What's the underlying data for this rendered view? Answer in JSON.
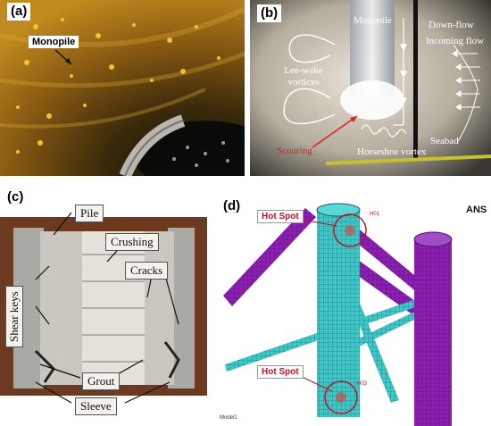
{
  "panel_a": {
    "label": "(a)",
    "annotation": "Monopile"
  },
  "panel_b": {
    "label": "(b)",
    "monopile": "Monopile",
    "down_flow": "Down-flow",
    "incoming_flow": "Incoming flow",
    "lee_wake": "Lee-wake vortices",
    "scouring": "Scouring",
    "horseshoe": "Horseshoe vortex",
    "seabed": "Seabad"
  },
  "panel_c": {
    "label": "(c)",
    "pile": "Pile",
    "crushing": "Crushing",
    "cracks": "Cracks",
    "shear_keys": "Shear keys",
    "grout": "Grout",
    "sleeve": "Sleeve"
  },
  "panel_d": {
    "label": "(d)",
    "hot_spot_top": "Hot Spot",
    "hot_spot_bottom": "Hot Spot",
    "node_top": "H01",
    "node_bottom": "H03",
    "logo": "ANS",
    "footer": "Model1"
  },
  "colors": {
    "mesh_cyan": "#3fc6c6",
    "mesh_purple": "#8a1fb0",
    "hot_red": "#b5162b"
  }
}
